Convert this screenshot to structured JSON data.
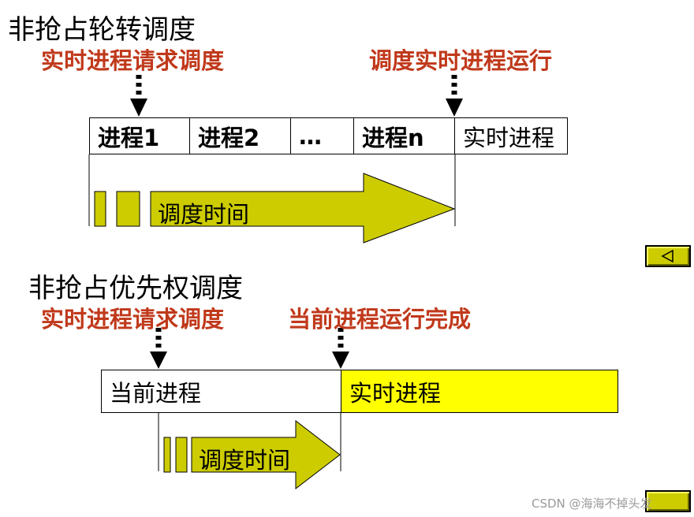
{
  "round_robin": {
    "title": "非抢占轮转调度",
    "request_label": "实时进程请求调度",
    "run_label": "调度实时进程运行",
    "slots": [
      "进程1",
      "进程2",
      "…",
      "进程n"
    ],
    "realtime_label": "实时进程",
    "arrow_label": "调度时间"
  },
  "priority": {
    "title": "非抢占优先权调度",
    "request_label": "实时进程请求调度",
    "finish_label": "当前进程运行完成",
    "current_label": "当前进程",
    "realtime_label": "实时进程",
    "arrow_label": "调度时间"
  },
  "nav": {
    "back_icon": "triangle-left-icon",
    "forward_icon": "blank-icon"
  },
  "watermark": "CSDN @海海不掉头发",
  "colors": {
    "red_text": "#c0391b",
    "olive": "#cccc00",
    "yellow": "#ffff00"
  }
}
